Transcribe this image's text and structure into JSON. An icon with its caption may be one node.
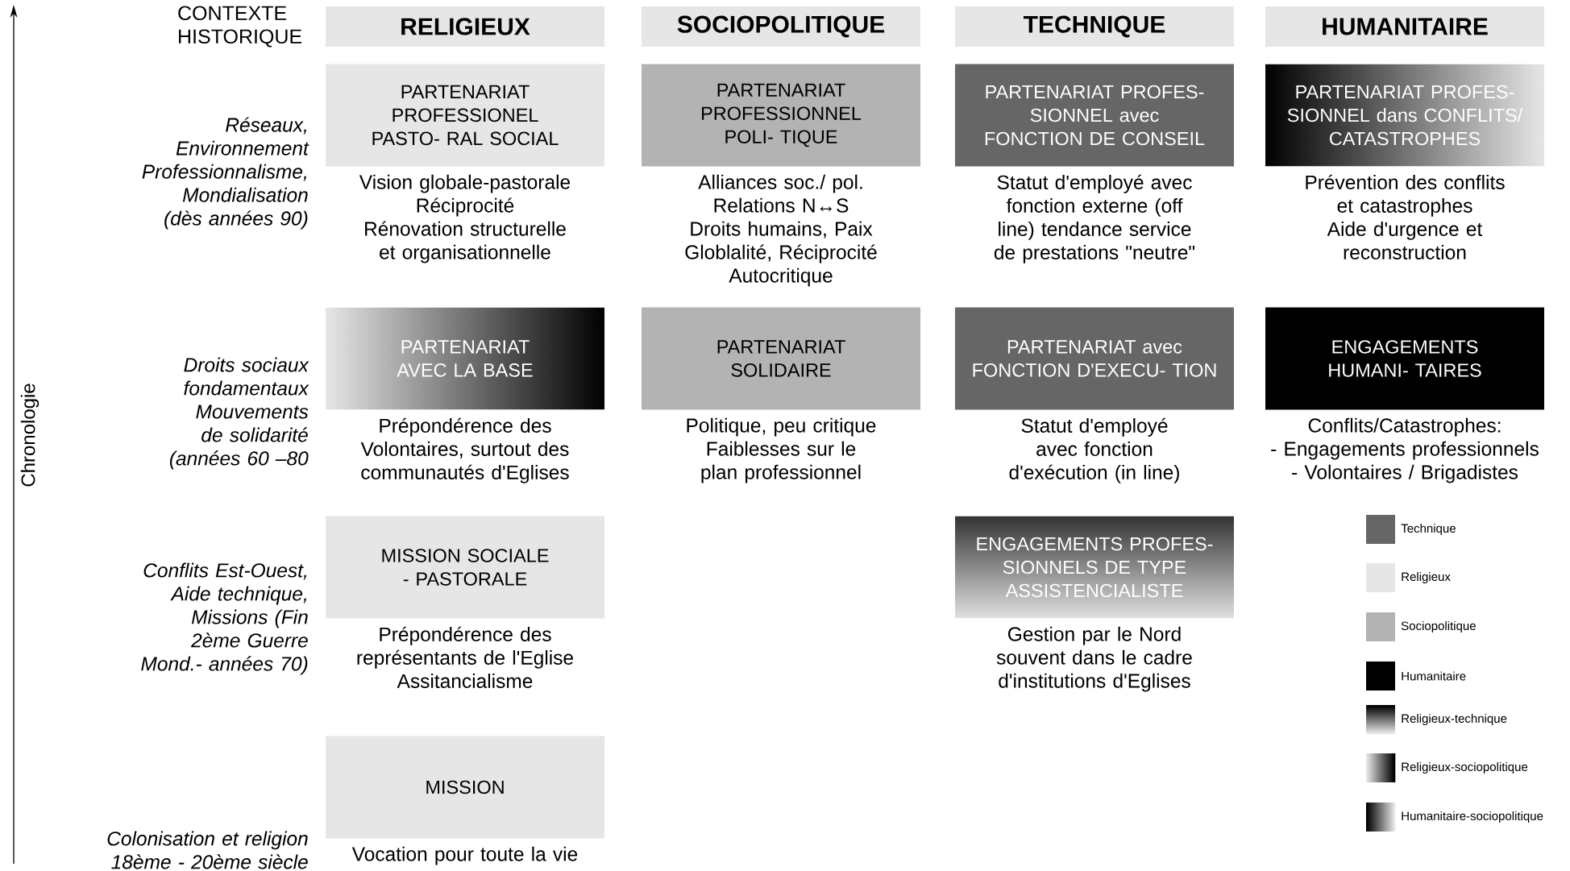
{
  "diagram": {
    "nodes": [
      {
        "text": [
          "RELIGIEUX"
        ]
      },
      {
        "text": [
          "SOCIOPOLITIQUE"
        ]
      },
      {
        "text": [
          "TECHNIQUE"
        ]
      },
      {
        "text": [
          "HUMANITAIRE"
        ]
      },
      {
        "text": [
          "PARTENARIAT PROFESSIONEL PASTO- RAL SOCIAL"
        ],
        "beside": [
          "Vision globale-pastorale",
          "Réciprocité",
          "Rénovation structurelle et organisationnelle"
        ]
      },
      {
        "text": [
          "PARTENARIAT PROFESSIONNEL POLI- TIQUE"
        ],
        "beside": [
          "Alliances soc./ pol.",
          "Relations N↔S",
          "Droits humains, Paix",
          "Globlalité, Réciprocité",
          "Autocritique"
        ]
      },
      {
        "text": [
          "PARTENARIAT PROFES- SIONNEL avec FONCTION DE CONSEIL"
        ],
        "beside": [
          "Statut d'employé avec fonction externe (off line) tendance service de prestations \"neutre\""
        ]
      },
      {
        "text": [
          "PARTENARIAT PROFES- SIONNEL dans CONFLITS/ CATASTROPHES"
        ],
        "beside": [
          "Prévention des conflits et catastrophes",
          "Aide d'urgence et reconstruction"
        ]
      },
      {
        "text": [
          "PARTENARIAT AVEC LA BASE"
        ],
        "beside": [
          "Prépondérence des Volontaires, surtout des communautés d'Eglises"
        ]
      },
      {
        "text": [
          "PARTENARIAT SOLIDAIRE"
        ],
        "beside": [
          "Politique, peu critique",
          "Faiblesses sur le plan professionnel"
        ]
      },
      {
        "text": [
          "PARTENARIAT avec FONCTION D'EXECU- TION"
        ],
        "beside": [
          "Statut d'employé avec fonction d'exécution (in line)"
        ]
      },
      {
        "text": [
          "ENGAGEMENTS HUMANI- TAIRES"
        ],
        "beside": [
          "Conflits/Catastrophes:",
          "- Engagements professionnels",
          "- Volontaires / Brigadistes"
        ]
      },
      {
        "text": [
          "MISSION SOCIALE -  PASTORALE"
        ],
        "beside": [
          "Prépondérence des représentants de l'Eglise",
          "Assitancialisme"
        ]
      },
      {
        "text": [
          "ENGAGEMENTS PROFES- SIONNELS  DE TYPE ASSISTENCIALISTE"
        ],
        "beside": [
          "Gestion par le Nord souvent dans le cadre d'institutions d'Eglises"
        ]
      },
      {
        "text": [
          "MISSION"
        ],
        "beside": [
          "Vocation pour toute la vie"
        ]
      }
    ],
    "labels": [
      "CONTEXTE HISTORIQUE",
      "Réseaux, Environnement Professionnalisme, Mondialisation (dès années 90)",
      "Droits sociaux fondamentaux Mouvements de solidarité (années 60 –80",
      "Chronologie",
      "Conflits Est-Ouest, Aide technique, Missions (Fin 2ème Guerre Mond.- années 70)",
      "Colonisation et religion 18ème - 20ème siècle"
    ],
    "legend": [
      {
        "text": "Technique",
        "color": "#666666"
      },
      {
        "text": "Religieux",
        "color": "#e6e6e6"
      },
      {
        "text": "Sociopolitique",
        "color": "#b3b3b3"
      },
      {
        "text": "Humanitaire",
        "color": "#000000"
      },
      {
        "text": "Religieux-technique"
      },
      {
        "text": "Religieux-sociopolitique"
      },
      {
        "text": "Humanitaire-sociopolitique"
      }
    ]
  }
}
